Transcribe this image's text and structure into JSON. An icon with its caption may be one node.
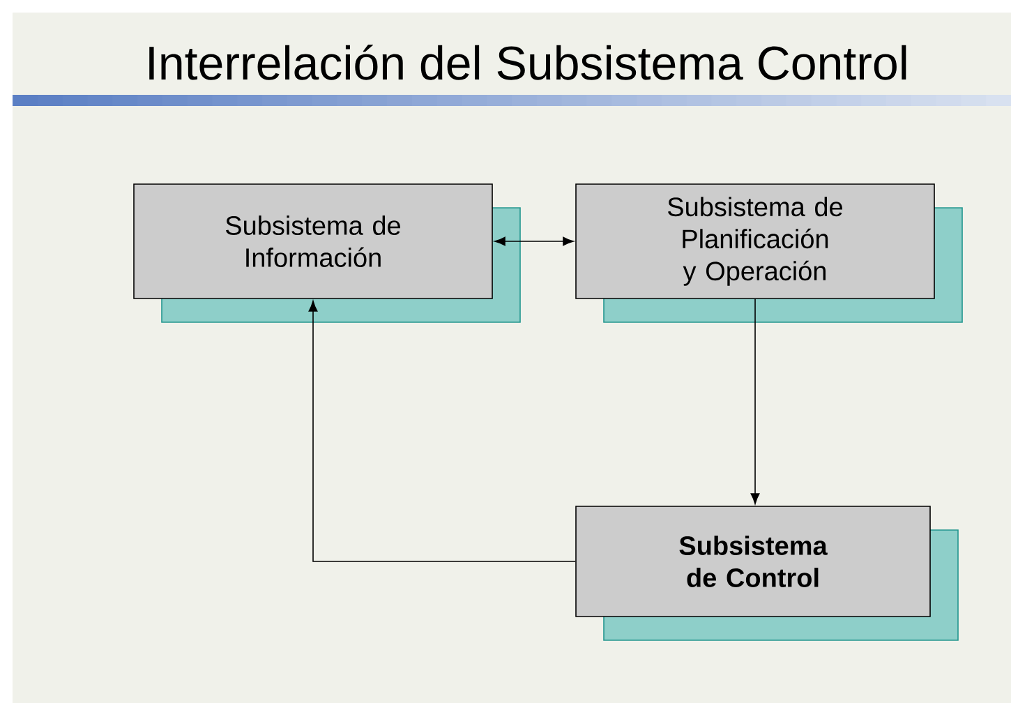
{
  "diagram": {
    "title": "Interrelación del Subsistema Control",
    "nodes": [
      {
        "text": [
          "Subsistema de Información"
        ]
      },
      {
        "text": [
          "Subsistema de Planificación y Operación"
        ]
      },
      {
        "text": [
          "**Subsistema de Control**"
        ]
      }
    ],
    "edges": [
      {
        "from": 0,
        "to": 1,
        "arrow": "both"
      },
      {
        "from": 1,
        "to": 2,
        "arrow": "to"
      },
      {
        "from": 2,
        "to": 0,
        "arrow": "to"
      }
    ]
  }
}
